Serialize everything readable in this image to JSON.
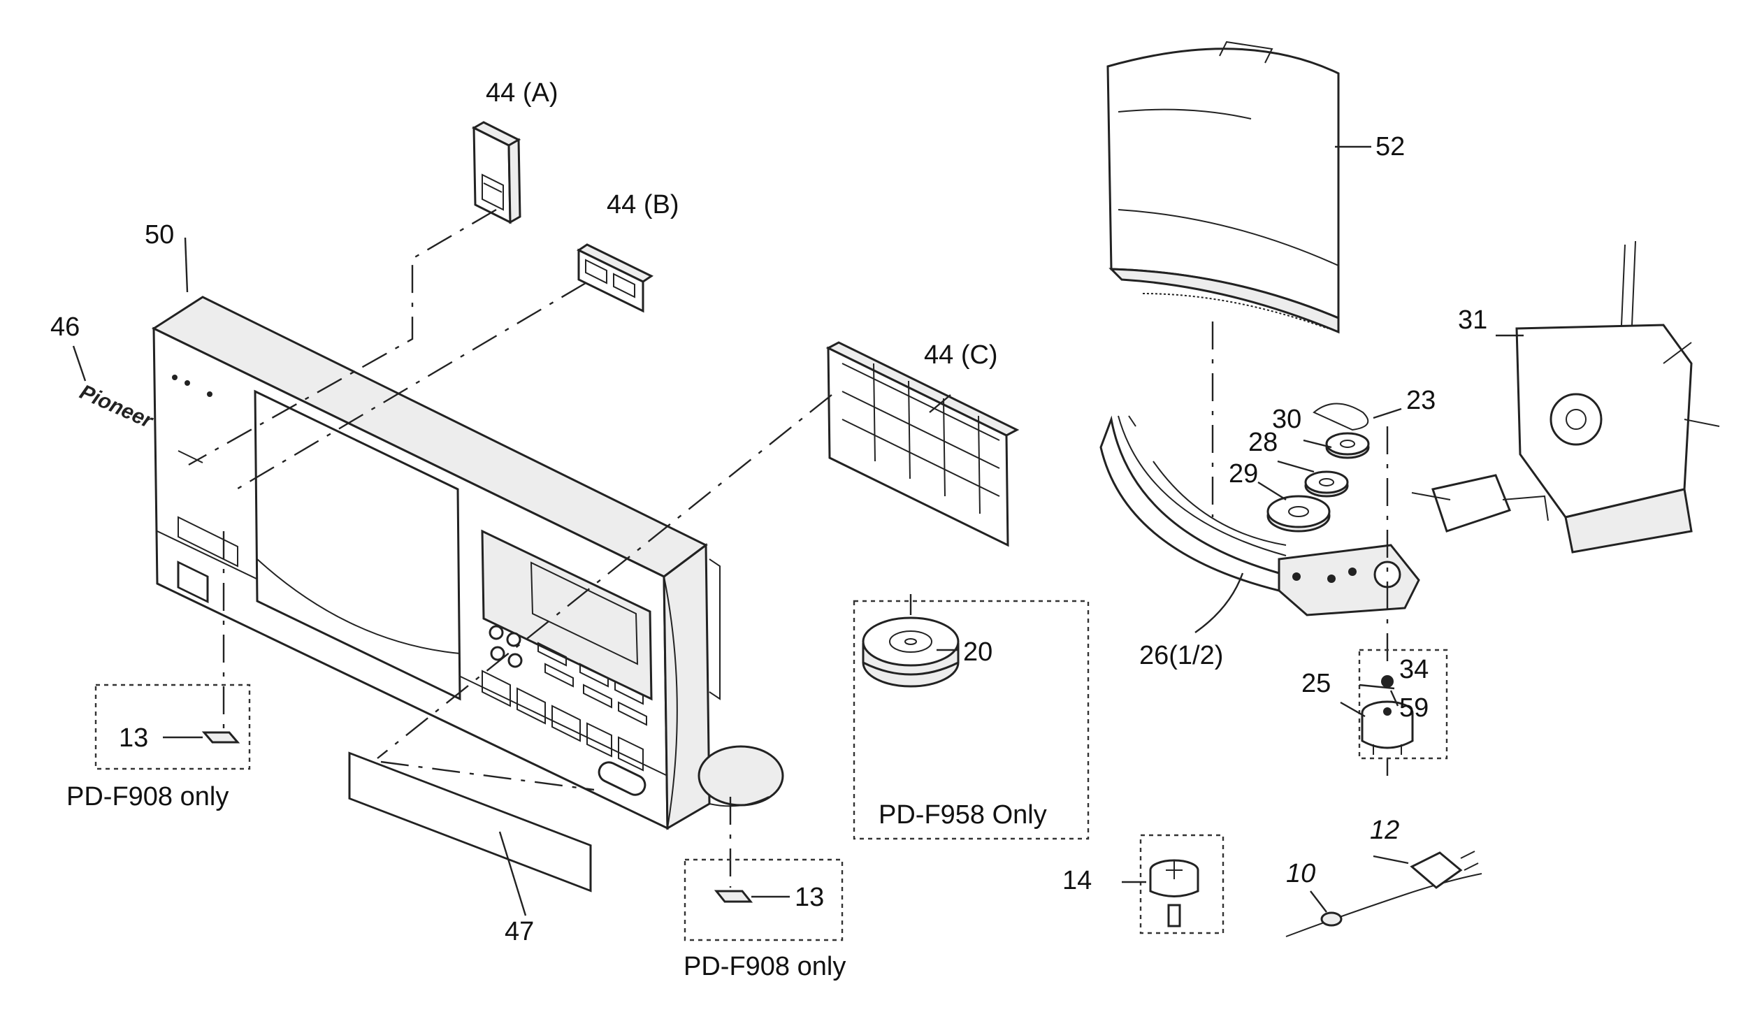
{
  "callouts": {
    "p44a": "44 (A)",
    "p44b": "44 (B)",
    "p44c": "44 (C)",
    "p50": "50",
    "p46": "46",
    "p52": "52",
    "p31": "31",
    "p23": "23",
    "p30": "30",
    "p28": "28",
    "p29": "29",
    "p20": "20",
    "p26": "26(1/2)",
    "p25": "25",
    "p34": "34",
    "p59": "59",
    "p13_left": "13",
    "p13_right": "13",
    "p47": "47",
    "p14": "14",
    "p12": "12",
    "p10": "10"
  },
  "notes": {
    "left_box": "PD-F908 only",
    "right_box": "PD-F908 only",
    "center_box": "PD-F958 Only"
  },
  "brand_logo": "Pioneer"
}
